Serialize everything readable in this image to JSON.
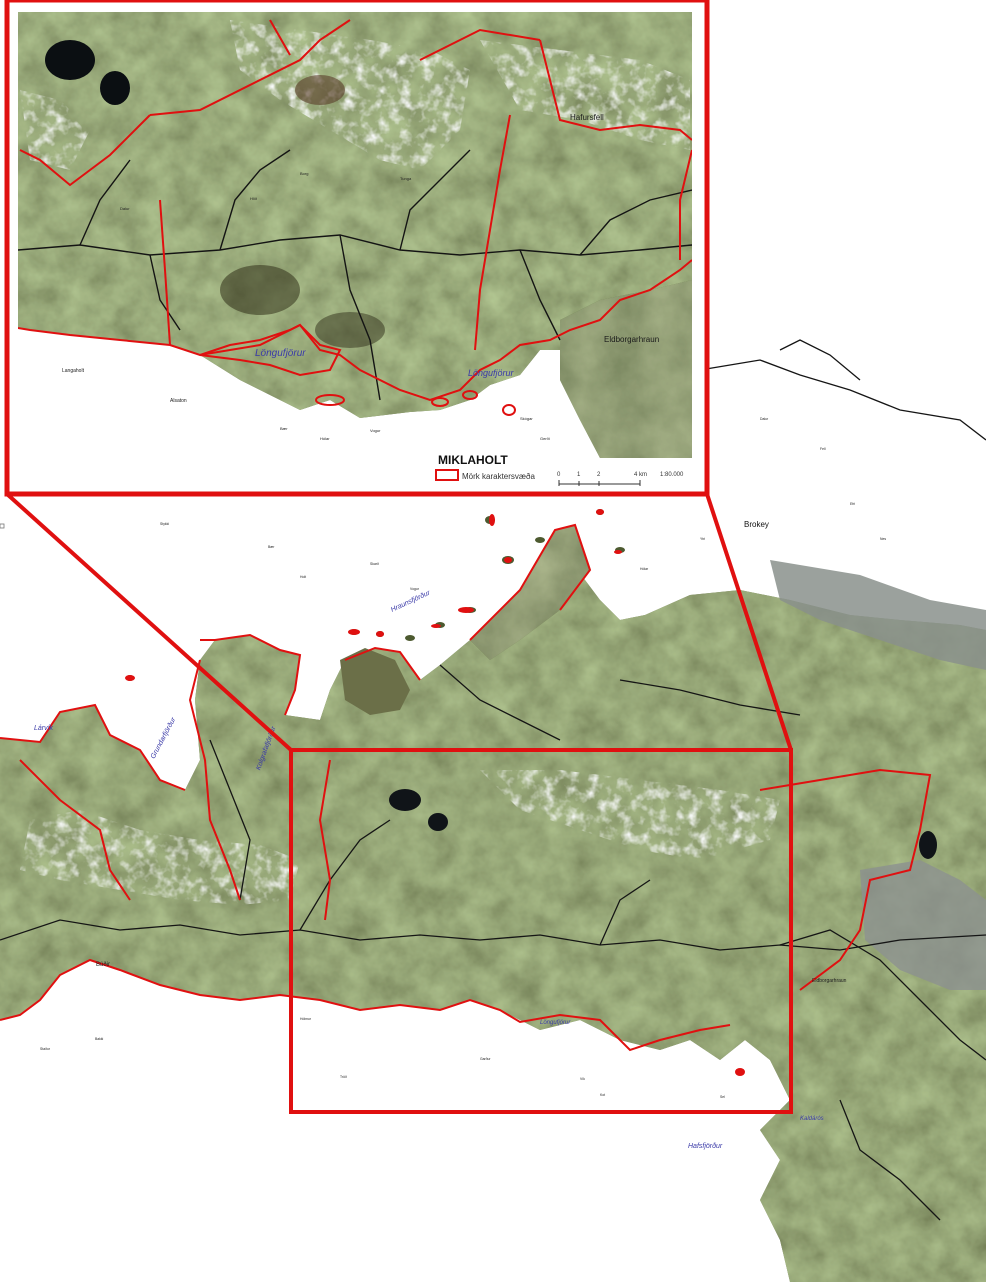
{
  "legend": {
    "title": "MIKLAHOLT",
    "boundary_label": "Mörk karaktersvæða",
    "boundary_color": "#e01010"
  },
  "scale": {
    "ticks": [
      "0",
      "1",
      "2",
      "4 km"
    ],
    "ratio": "1:80.000"
  },
  "inset_labels": {
    "fjord_west": "Löngufjörur",
    "fjord_east": "Löngufjörur",
    "mountain_ne": "Hafursfell",
    "hill_east": "Eldborgarhraun",
    "village_w": "Langaholt",
    "place_s": "Alsaton",
    "site": "MIKLAHOLT"
  },
  "main_labels": {
    "fjord_grundar": "Grundarfjörður",
    "fjord_kolgrafa": "Kolgrafafjörður",
    "fjord_hraun": "Hraunsfjörður",
    "fjord_haff": "Hafsfjörður",
    "island": "Brokey",
    "fjord_lang": "Löngufjörur",
    "fjord_kalda": "Kaldárós",
    "town_w": "Búðir",
    "west_bay": "Lárvík",
    "hill_east": "Eldborgarhraun"
  }
}
